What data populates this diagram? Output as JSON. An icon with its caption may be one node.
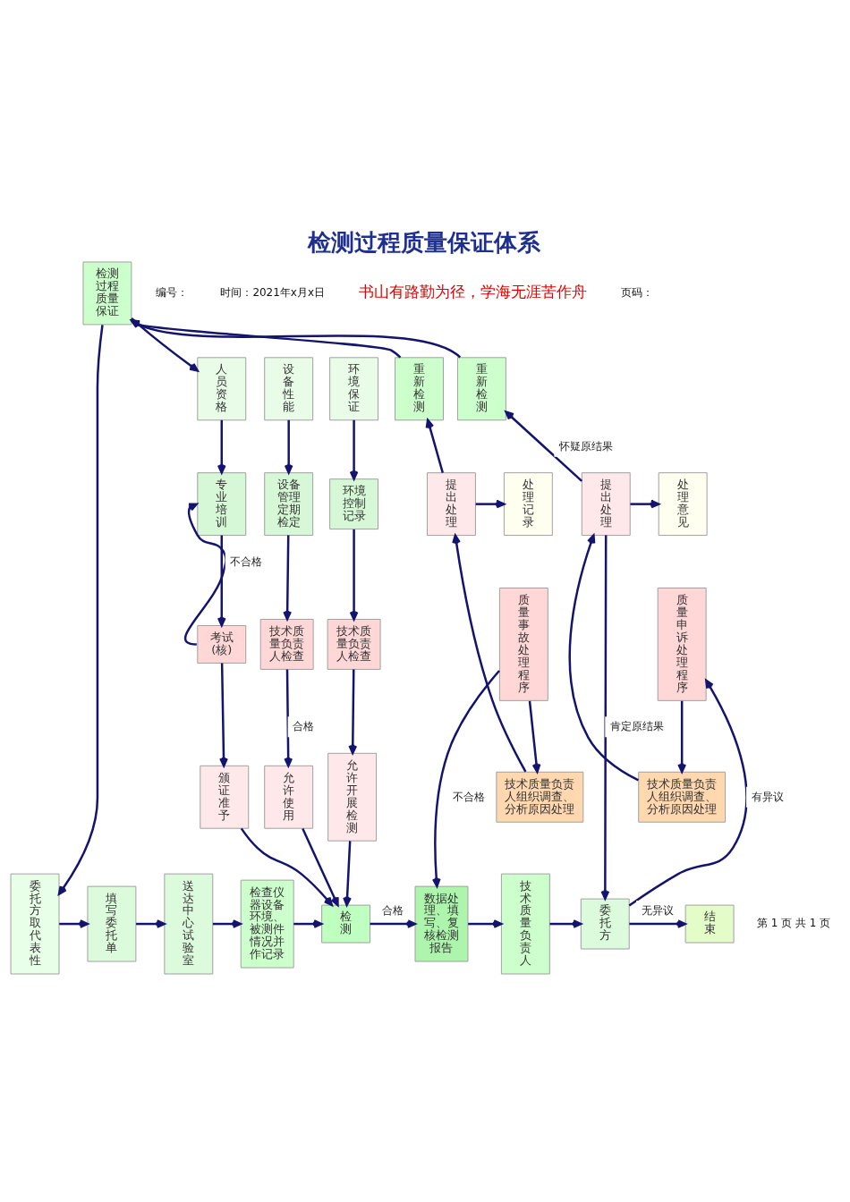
{
  "diagram": {
    "title": "检测过程质量保证体系",
    "nodes": [
      {
        "text": [
          "检测过程质量保证"
        ]
      },
      {
        "text": [
          "人员资格"
        ]
      },
      {
        "text": [
          "设备性能"
        ]
      },
      {
        "text": [
          "环境保证"
        ]
      },
      {
        "text": [
          "重新检测"
        ]
      },
      {
        "text": [
          "重新检测"
        ]
      },
      {
        "text": [
          "专业培训"
        ]
      },
      {
        "text": [
          "设备管理定期检定"
        ]
      },
      {
        "text": [
          "环境控制记录"
        ]
      },
      {
        "text": [
          "提出处理"
        ]
      },
      {
        "text": [
          "处理记录"
        ]
      },
      {
        "text": [
          "提出处理"
        ]
      },
      {
        "text": [
          "处理意见"
        ]
      },
      {
        "text": [
          "考试(核)"
        ]
      },
      {
        "text": [
          "技术质量负责人检查"
        ]
      },
      {
        "text": [
          "技术质量负责人检查"
        ]
      },
      {
        "text": [
          "质量事故处理程序"
        ]
      },
      {
        "text": [
          "质量申诉处理程序"
        ]
      },
      {
        "text": [
          "技术质量负责人组织调查、分析原因处理"
        ]
      },
      {
        "text": [
          "技术质量负责人组织调查、分析原因处理"
        ]
      },
      {
        "text": [
          "颁证准予"
        ]
      },
      {
        "text": [
          "允许使用"
        ]
      },
      {
        "text": [
          "允许开展检测"
        ]
      },
      {
        "text": [
          "委托方取代表性"
        ]
      },
      {
        "text": [
          "填写委托单"
        ]
      },
      {
        "text": [
          "送达中心试验室"
        ]
      },
      {
        "text": [
          "检查仪器设备环境、被测件情况并作记录"
        ]
      },
      {
        "text": [
          "检测"
        ]
      },
      {
        "text": [
          "数据处理、填写、复核检测报告"
        ]
      },
      {
        "text": [
          "技术质量负责人"
        ]
      },
      {
        "text": [
          "委托方"
        ]
      },
      {
        "text": [
          "结束"
        ]
      }
    ],
    "edges": [
      {
        "from": 0,
        "to": 23,
        "arrow": "to"
      },
      {
        "from": 0,
        "to": 1,
        "arrow": "to"
      },
      {
        "from": 1,
        "to": 6,
        "arrow": "to"
      },
      {
        "from": 2,
        "to": 7,
        "arrow": "to"
      },
      {
        "from": 3,
        "to": 8,
        "arrow": "to"
      },
      {
        "from": 6,
        "to": 13,
        "arrow": "to"
      },
      {
        "from": 7,
        "to": 14,
        "arrow": "to"
      },
      {
        "from": 8,
        "to": 15,
        "arrow": "to"
      },
      {
        "from": 13,
        "to": 6,
        "arrow": "to",
        "label": "不合格"
      },
      {
        "from": 13,
        "to": 20,
        "arrow": "to"
      },
      {
        "from": 14,
        "to": 21,
        "arrow": "to",
        "label": "合格"
      },
      {
        "from": 15,
        "to": 22,
        "arrow": "to"
      },
      {
        "from": 20,
        "to": 27,
        "arrow": "to"
      },
      {
        "from": 21,
        "to": 27,
        "arrow": "to"
      },
      {
        "from": 22,
        "to": 27,
        "arrow": "to"
      },
      {
        "from": 16,
        "to": 18,
        "arrow": "to"
      },
      {
        "from": 18,
        "to": 9,
        "arrow": "to"
      },
      {
        "from": 9,
        "to": 10,
        "arrow": "to"
      },
      {
        "from": 9,
        "to": 4,
        "arrow": "to"
      },
      {
        "from": 4,
        "to": 0,
        "arrow": "to"
      },
      {
        "from": 17,
        "to": 19,
        "arrow": "to"
      },
      {
        "from": 19,
        "to": 11,
        "arrow": "to"
      },
      {
        "from": 11,
        "to": 12,
        "arrow": "to"
      },
      {
        "from": 11,
        "to": 5,
        "arrow": "to",
        "label": "怀疑原结果"
      },
      {
        "from": 5,
        "to": 0,
        "arrow": "to"
      },
      {
        "from": 11,
        "to": 30,
        "arrow": "to",
        "label": "肯定原结果"
      },
      {
        "from": 16,
        "to": 28,
        "arrow": "to",
        "label": "不合格"
      },
      {
        "from": 30,
        "to": 17,
        "arrow": "to",
        "label": "有异议"
      },
      {
        "from": 23,
        "to": 24,
        "arrow": "to"
      },
      {
        "from": 24,
        "to": 25,
        "arrow": "to"
      },
      {
        "from": 25,
        "to": 26,
        "arrow": "to"
      },
      {
        "from": 26,
        "to": 27,
        "arrow": "to"
      },
      {
        "from": 27,
        "to": 28,
        "arrow": "to",
        "label": "合格"
      },
      {
        "from": 28,
        "to": 29,
        "arrow": "to"
      },
      {
        "from": 29,
        "to": 30,
        "arrow": "to"
      },
      {
        "from": 30,
        "to": 31,
        "arrow": "to",
        "label": "无异议"
      }
    ],
    "labels": [
      "编号：",
      "时间：2021年x月x日",
      "书山有路勤为径，学海无涯苦作舟",
      "页码：",
      "第 1 页 共 1 页"
    ]
  }
}
